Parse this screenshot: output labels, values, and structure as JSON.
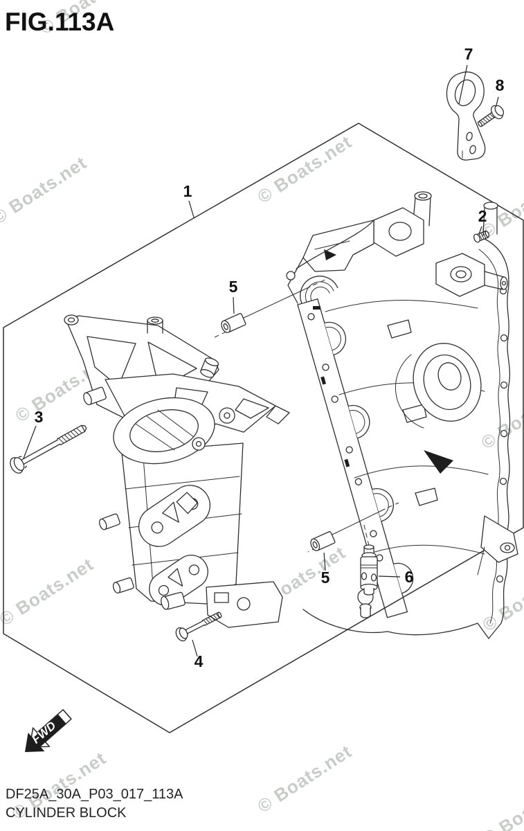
{
  "figure": {
    "title": "FIG.113A",
    "code": "DF25A_30A_P03_017_113A",
    "name": "CYLINDER BLOCK",
    "fwd": "FWD",
    "watermark": "© Boats.net"
  },
  "callouts": [
    {
      "label": "1"
    },
    {
      "label": "2"
    },
    {
      "label": "3"
    },
    {
      "label": "4"
    },
    {
      "label": "5"
    },
    {
      "label": "5"
    },
    {
      "label": "6"
    },
    {
      "label": "7"
    },
    {
      "label": "8"
    }
  ],
  "colors": {
    "line": "#2e2e2e",
    "watermark": "#c8ccc9",
    "text": "#111111",
    "background": "#ffffff"
  }
}
